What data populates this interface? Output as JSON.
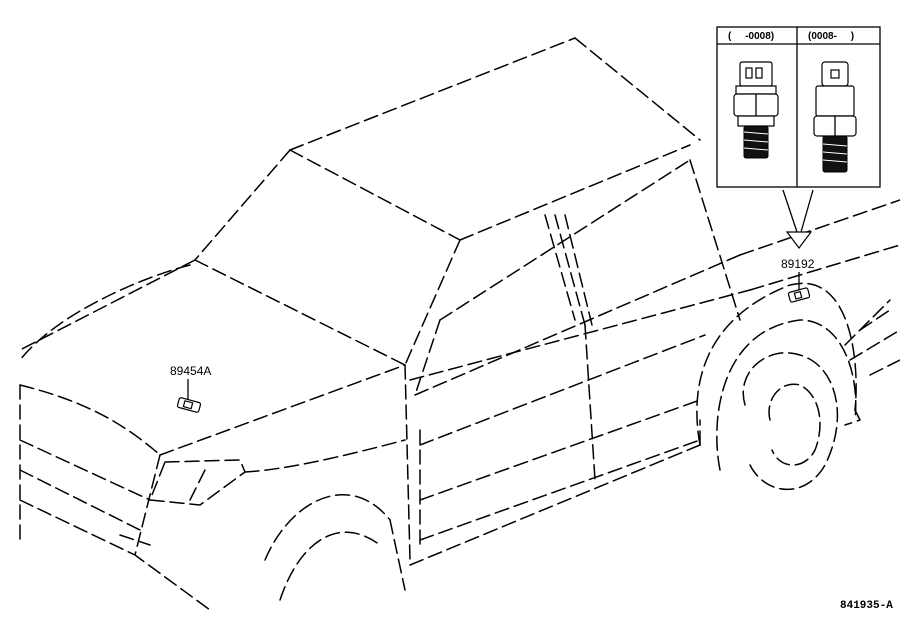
{
  "callouts": {
    "left_part_number": "89454A",
    "right_part_number": "89192"
  },
  "inset": {
    "left_header": "(     -0008)",
    "right_header": "(0008-     )"
  },
  "drawing_code": "841935-A",
  "colors": {
    "line": "#000000",
    "background": "#ffffff"
  }
}
